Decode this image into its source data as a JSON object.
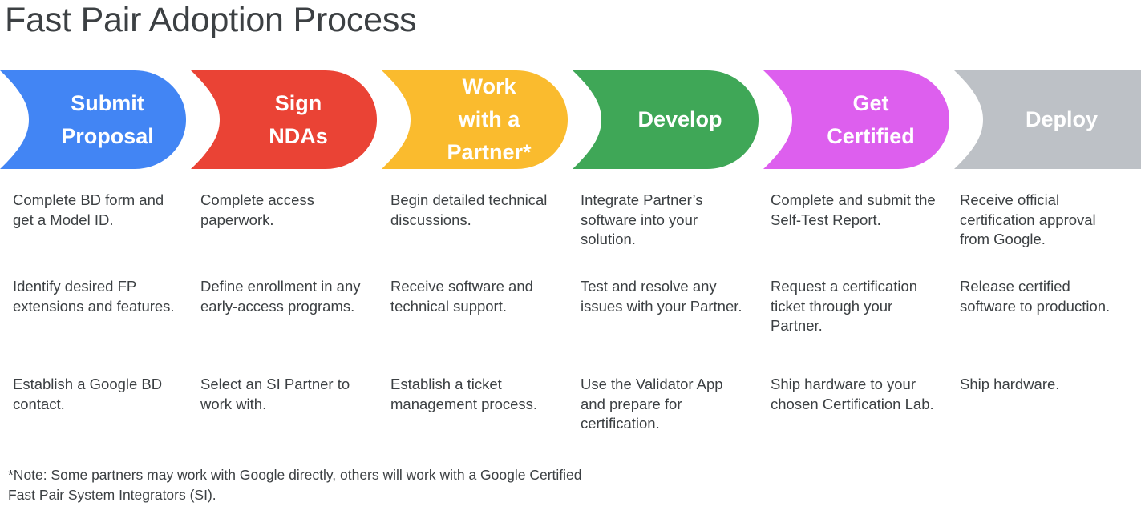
{
  "title": "Fast Pair Adoption Process",
  "colors": {
    "blue": "#4285F4",
    "red": "#EA4335",
    "yellow": "#FABB2E",
    "green": "#3FA757",
    "magenta": "#DD5FEE",
    "grey": "#BDC1C6",
    "text": "#3c4043",
    "background": "#ffffff"
  },
  "stages": [
    {
      "label_lines": [
        "Submit",
        "Proposal"
      ],
      "color": "#4285F4"
    },
    {
      "label_lines": [
        "Sign",
        "NDAs"
      ],
      "color": "#EA4335"
    },
    {
      "label_lines": [
        "Work",
        "with a",
        "Partner*"
      ],
      "color": "#FABB2E"
    },
    {
      "label_lines": [
        "Develop"
      ],
      "color": "#3FA757"
    },
    {
      "label_lines": [
        "Get",
        "Certified"
      ],
      "color": "#DD5FEE"
    },
    {
      "label_lines": [
        "Deploy"
      ],
      "color": "#BDC1C6"
    }
  ],
  "columns": [
    {
      "stage": "Submit Proposal",
      "items": [
        "Complete BD form and get a Model ID.",
        "Identify desired FP extensions and features.",
        "Establish a Google BD contact."
      ]
    },
    {
      "stage": "Sign NDAs",
      "items": [
        "Complete access paperwork.",
        "Define enrollment in any early-access programs.",
        "Select an SI Partner to work with."
      ]
    },
    {
      "stage": "Work with a Partner*",
      "items": [
        "Begin detailed technical discussions.",
        "Receive software and technical support.",
        "Establish a ticket management process."
      ]
    },
    {
      "stage": "Develop",
      "items": [
        "Integrate Partner’s software into your solution.",
        "Test and resolve any issues with your Partner.",
        "Use the Validator App and prepare for certification."
      ]
    },
    {
      "stage": "Get Certified",
      "items": [
        "Complete and submit the Self-Test Report.",
        "Request a certification ticket through your Partner.",
        "Ship hardware to your chosen Certification Lab."
      ]
    },
    {
      "stage": "Deploy",
      "items": [
        "Receive official certification approval from Google.",
        "Release certified software to production.",
        "Ship hardware."
      ]
    }
  ],
  "footnote": "*Note: Some partners may work with Google directly, others will work with a Google Certified Fast Pair System Integrators (SI)."
}
